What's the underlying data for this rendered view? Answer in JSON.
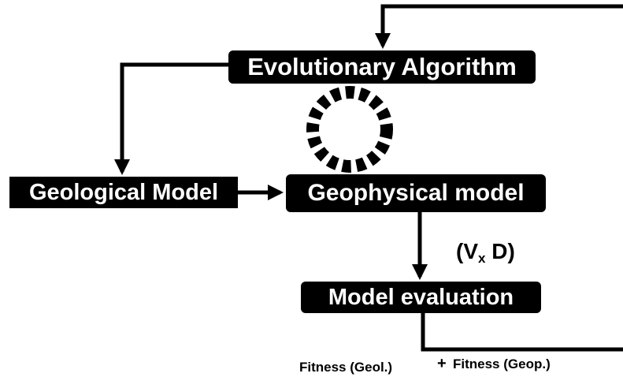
{
  "diagram": {
    "evolutionary_algorithm": "Evolutionary Algorithm",
    "geological_model": "Geological Model",
    "geophysical_model": "Geophysical model",
    "model_evaluation": "Model evaluation",
    "vx_open": "(V",
    "vx_sub": "x",
    "vx_close": " D)",
    "fitness_geol": "Fitness (Geol.)",
    "plus": "+",
    "fitness_geop": "Fitness (Geop.)"
  },
  "colors": {
    "ink": "#000000",
    "background": "#ffffff"
  },
  "icons": [
    "loop-cycle-icon"
  ]
}
